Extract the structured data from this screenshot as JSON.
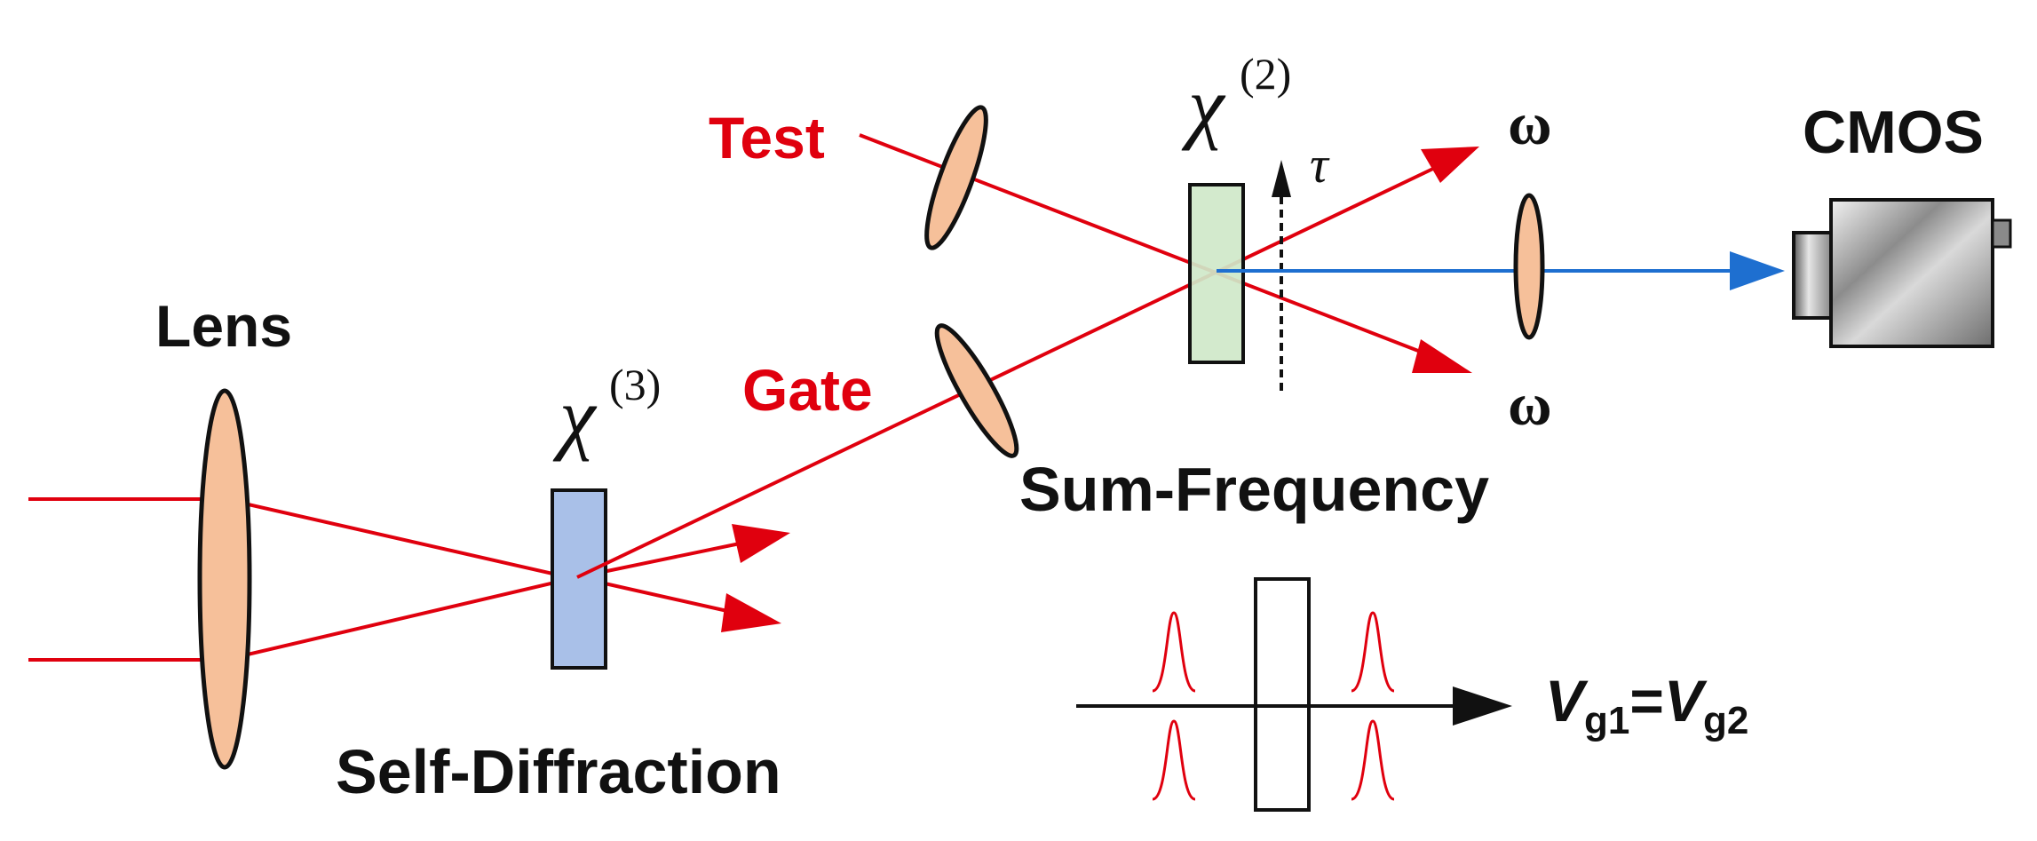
{
  "labels": {
    "test": "Test",
    "gate": "Gate",
    "lens": "Lens",
    "self_diffraction": "Self-Diffraction",
    "sum_frequency": "Sum-Frequency",
    "cmos": "CMOS",
    "omega_top": "ω",
    "omega_bottom": "ω",
    "tau": "τ",
    "chi3_symbol": "χ",
    "chi3_order": "(3)",
    "chi2_symbol": "χ",
    "chi2_order": "(2)",
    "vg_v1": "V",
    "vg_sub1": "g1",
    "vg_eq": "=",
    "vg_v2": "V",
    "vg_sub2": "g2"
  },
  "colors": {
    "beam": "#e0000e",
    "signal": "#1e6fd0",
    "lens_fill": "#f6c09a",
    "chi3_crystal": "#a9c0e8",
    "chi2_crystal": "#cfe8c9"
  }
}
